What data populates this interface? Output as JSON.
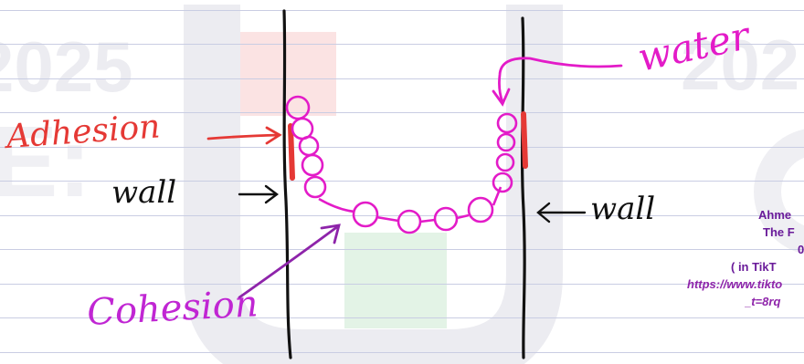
{
  "labels": {
    "adhesion": "Adhesion",
    "water": "water",
    "wall_left": "wall",
    "wall_right": "wall",
    "cohesion": "Cohesion"
  },
  "credit": {
    "line1": "Ahme",
    "line2": "The F",
    "line3": "0",
    "line4": "( in TikT",
    "line5": "https://www.tikto",
    "line6": "_t=8rq"
  },
  "watermark": {
    "text_left": "2025",
    "text_right": "202"
  },
  "colors": {
    "background": "#ffffff",
    "ruled_line": "#c9cde3",
    "wall": "#111111",
    "water": "#e31bc8",
    "adhesion": "#e53935",
    "cohesion_arrow": "#8e24aa",
    "cohesion_text": "#c026d3",
    "credit_text": "#6a1b9a",
    "watermark": "#e9e9ee",
    "watermark_red": "#fbe3e3",
    "watermark_green": "#e3f3e6"
  },
  "icons": [
    "left-arrow-icon",
    "right-arrow-icon",
    "curved-arrow-icon"
  ]
}
